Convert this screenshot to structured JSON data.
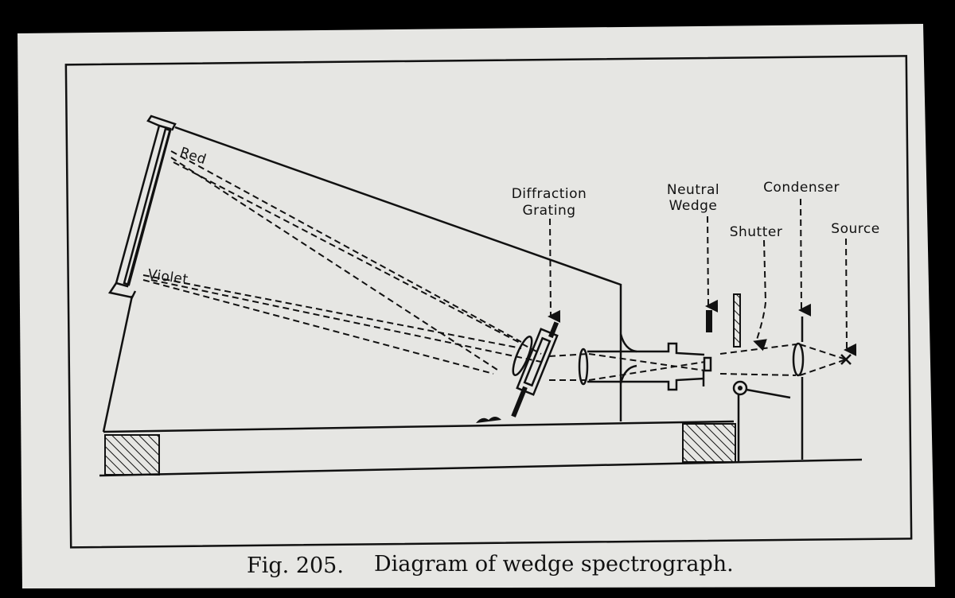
{
  "figure": {
    "labels": {
      "red": "Red",
      "violet": "Violet",
      "diffraction": "Diffraction",
      "grating": "Grating",
      "neutral": "Neutral",
      "wedge": "Wedge",
      "condenser": "Condenser",
      "shutter": "Shutter",
      "source": "Source"
    },
    "caption": {
      "number": "Fig. 205.",
      "text": "Diagram of wedge spectrograph."
    }
  }
}
